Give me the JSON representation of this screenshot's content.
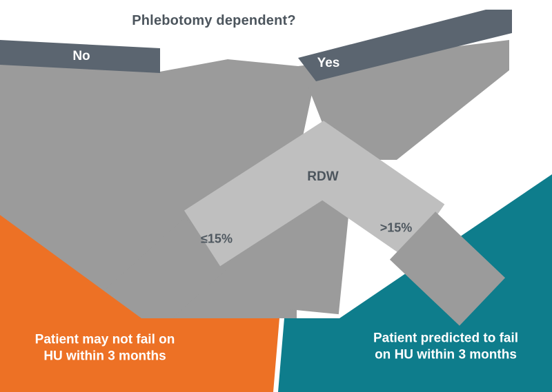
{
  "diagram": {
    "title": "Phlebotomy dependent?",
    "branch_no": "No",
    "branch_yes": "Yes",
    "node_rdw": "RDW",
    "threshold_left": "≤15%",
    "threshold_right": ">15%",
    "outcome_negative_line1": "Patient may not fail on",
    "outcome_negative_line2": "HU within 3 months",
    "outcome_positive_line1": "Patient predicted to fail",
    "outcome_positive_line2": "on HU within 3 months",
    "colors": {
      "slate_band": "#5B6570",
      "flow_gray": "#9B9B9B",
      "flow_light_gray": "#BFBFBF",
      "orange_outcome": "#ED7125",
      "teal_outcome": "#0E7D8C",
      "dark_text": "#4C555D",
      "white_text": "#FFFFFF"
    }
  }
}
